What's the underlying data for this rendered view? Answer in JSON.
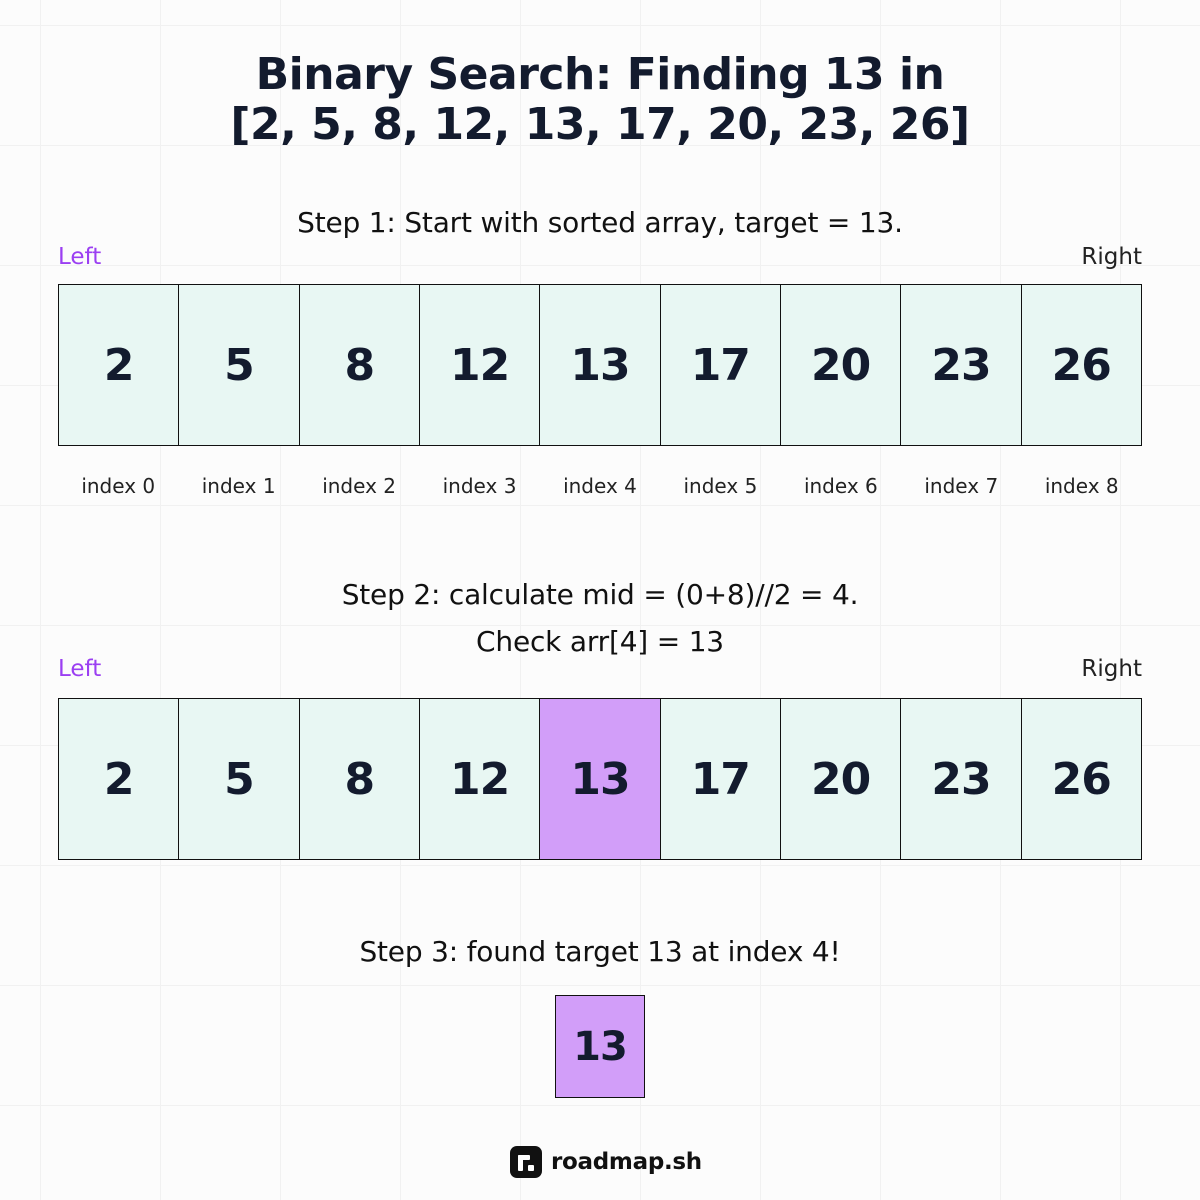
{
  "title": {
    "line1": "Binary Search: Finding 13 in",
    "line2": "[2, 5, 8, 12, 13, 17, 20, 23, 26]"
  },
  "pointers": {
    "left": "Left",
    "right": "Right"
  },
  "step1": {
    "text": "Step 1: Start with sorted array, target = 13.",
    "cells": [
      "2",
      "5",
      "8",
      "12",
      "13",
      "17",
      "20",
      "23",
      "26"
    ],
    "indices": [
      "index 0",
      "index 1",
      "index 2",
      "index 3",
      "index 4",
      "index 5",
      "index 6",
      "index 7",
      "index 8"
    ]
  },
  "step2": {
    "line1": "Step 2: calculate mid = (0+8)//2 = 4.",
    "line2": "Check arr[4] = 13",
    "cells": [
      "2",
      "5",
      "8",
      "12",
      "13",
      "17",
      "20",
      "23",
      "26"
    ],
    "highlight_index": 4
  },
  "step3": {
    "text": "Step 3: found target 13 at index 4!",
    "result": "13"
  },
  "brand": {
    "name": "roadmap.sh"
  },
  "colors": {
    "cell_fill": "#e8f7f3",
    "highlight_fill": "#d29ef9",
    "left_pointer": "#9b3ff2",
    "text_dark": "#131b2e"
  }
}
